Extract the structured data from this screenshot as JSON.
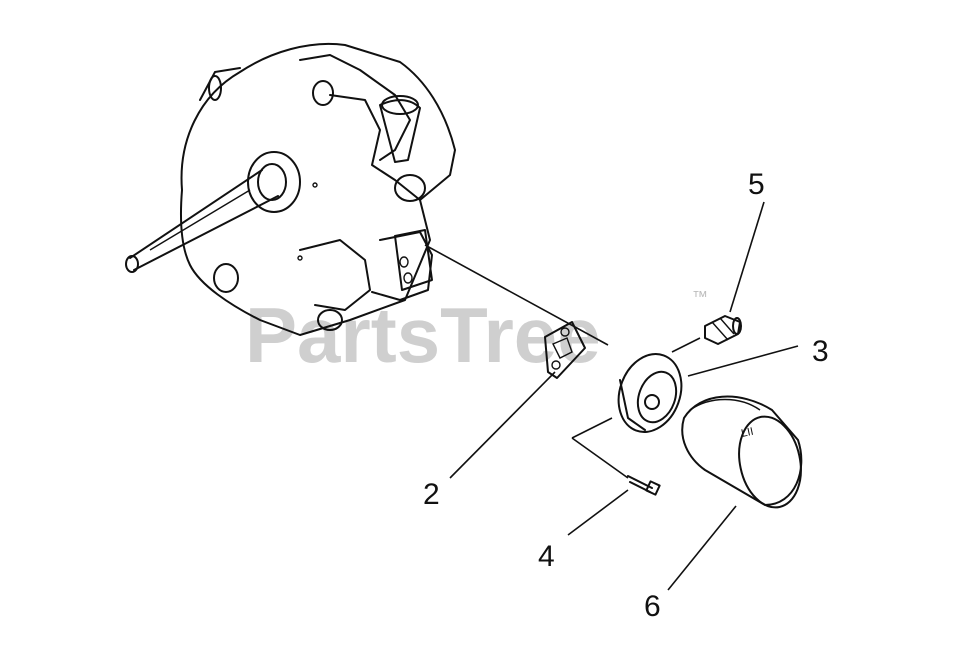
{
  "watermark": {
    "text": "PartsTree",
    "trademark": "™"
  },
  "parts": [
    {
      "id": "part-2",
      "number": "2"
    },
    {
      "id": "part-3",
      "number": "3"
    },
    {
      "id": "part-4",
      "number": "4"
    },
    {
      "id": "part-5",
      "number": "5"
    },
    {
      "id": "part-6",
      "number": "6"
    }
  ],
  "filter_label": "LII"
}
